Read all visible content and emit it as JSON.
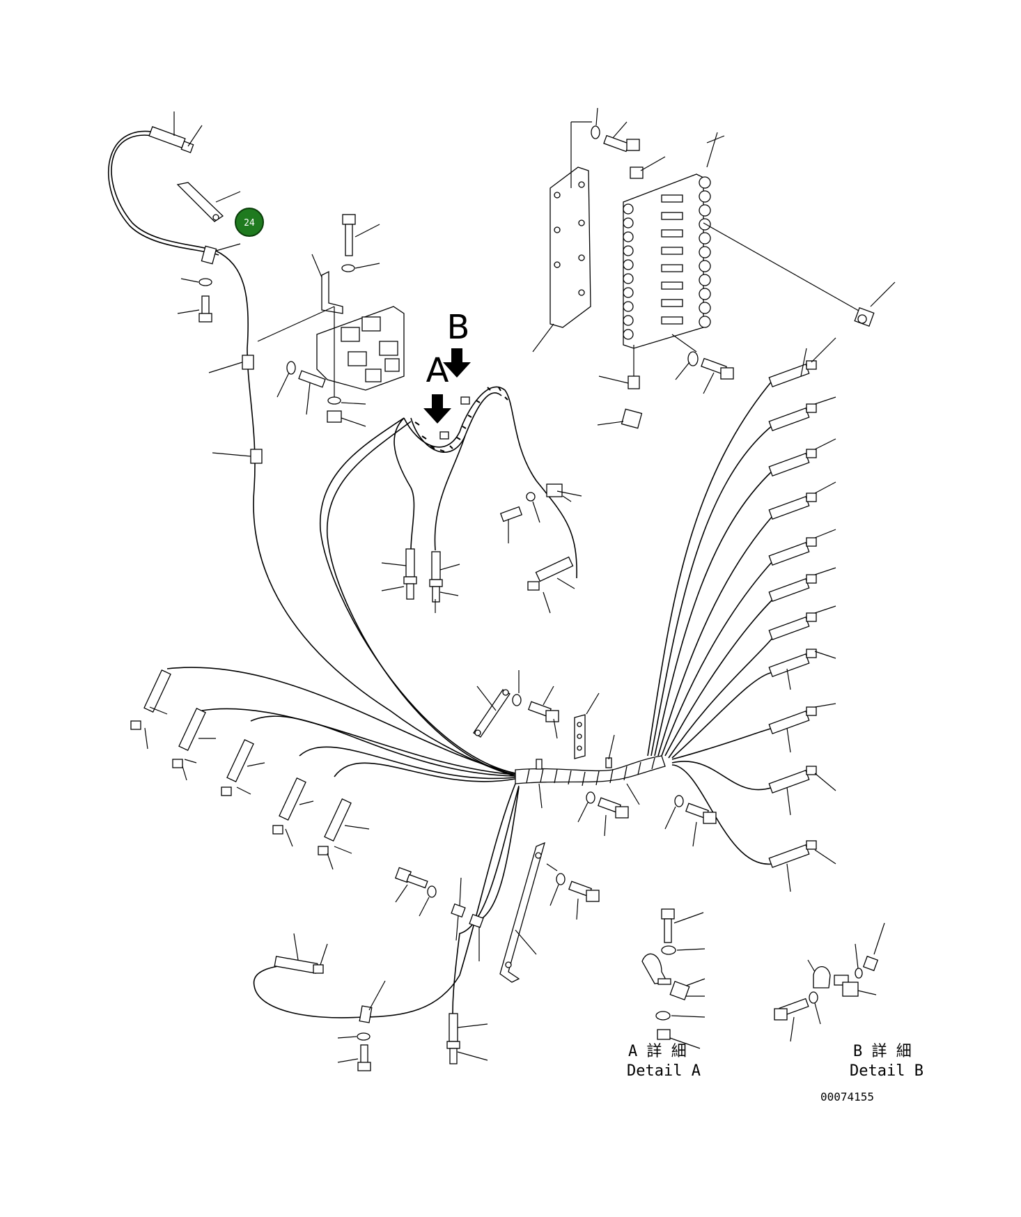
{
  "diagram": {
    "markers": {
      "a": "A",
      "b": "B"
    },
    "callout": {
      "number": "24",
      "color": "#1f7a1f"
    },
    "details": {
      "a": {
        "jp": "A 詳 細",
        "en": "Detail A"
      },
      "b": {
        "jp": "B 詳 細",
        "en": "Detail B"
      }
    },
    "drawing_number": "00074155"
  }
}
